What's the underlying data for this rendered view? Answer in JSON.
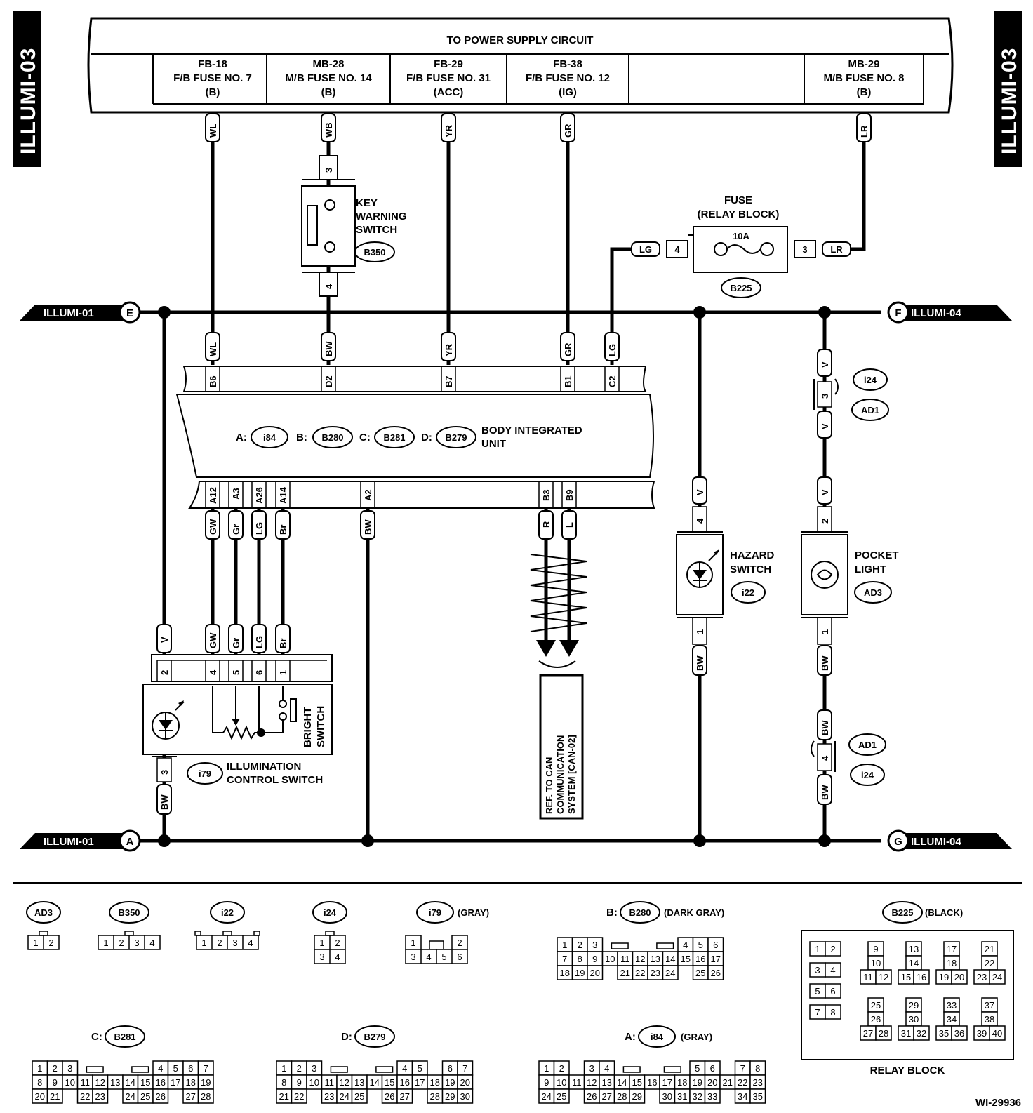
{
  "side_tabs": {
    "left": "ILLUMI-03",
    "right": "ILLUMI-03"
  },
  "power_header": "TO POWER SUPPLY CIRCUIT",
  "fuses": [
    {
      "l1": "FB-18",
      "l2": "F/B FUSE NO. 7",
      "l3": "(B)"
    },
    {
      "l1": "MB-28",
      "l2": "M/B FUSE NO. 14",
      "l3": "(B)"
    },
    {
      "l1": "FB-29",
      "l2": "F/B FUSE NO. 31",
      "l3": "(ACC)"
    },
    {
      "l1": "FB-38",
      "l2": "F/B FUSE NO. 12",
      "l3": "(IG)"
    },
    {
      "l1": "MB-29",
      "l2": "M/B FUSE NO. 8",
      "l3": "(B)"
    }
  ],
  "wire_colors": {
    "wl": "WL",
    "wb": "WB",
    "yr": "YR",
    "gr": "GR",
    "lr": "LR",
    "lg": "LG",
    "bw": "BW",
    "v": "V",
    "gw": "GW",
    "gr_small": "Gr",
    "br": "Br",
    "r": "R",
    "l": "L"
  },
  "key_warning_switch": {
    "name_l1": "KEY",
    "name_l2": "WARNING",
    "name_l3": "SWITCH",
    "connector": "B350",
    "pin_top": "3",
    "pin_bottom": "4"
  },
  "fuse_relay": {
    "l1": "FUSE",
    "l2": "(RELAY BLOCK)",
    "rating": "10A",
    "pin_left": "4",
    "pin_right": "3",
    "connector": "B225"
  },
  "bus_labels": {
    "e": "E",
    "f": "F",
    "a": "A",
    "g": "G",
    "illumi01": "ILLUMI-01",
    "illumi04": "ILLUMI-04"
  },
  "biu": {
    "name_l1": "BODY INTEGRATED",
    "name_l2": "UNIT",
    "top_pins": [
      "B6",
      "D2",
      "B7",
      "B1",
      "C2"
    ],
    "bottom_pins": [
      "A12",
      "A3",
      "A26",
      "A14",
      "A2",
      "B3",
      "B9"
    ],
    "conn_a_prefix": "A:",
    "conn_a": "i84",
    "conn_b_prefix": "B:",
    "conn_b": "B280",
    "conn_c_prefix": "C:",
    "conn_c": "B281",
    "conn_d_prefix": "D:",
    "conn_d": "B279"
  },
  "i24_ad1": {
    "i24": "i24",
    "ad1": "AD1",
    "pin_top": "3",
    "pin_bottom": "4"
  },
  "hazard_switch": {
    "name_l1": "HAZARD",
    "name_l2": "SWITCH",
    "connector": "i22",
    "pin_top": "4",
    "pin_bottom": "1"
  },
  "pocket_light": {
    "name_l1": "POCKET",
    "name_l2": "LIGHT",
    "connector": "AD3",
    "pin_top": "2",
    "pin_bottom": "1"
  },
  "illum_switch": {
    "name_l1": "ILLUMINATION",
    "name_l2": "CONTROL SWITCH",
    "connector": "i79",
    "bright_l1": "BRIGHT",
    "bright_l2": "SWITCH",
    "pins": [
      "2",
      "4",
      "5",
      "6",
      "1"
    ],
    "pin_bottom": "3"
  },
  "can_ref": {
    "l1": "REF. TO CAN",
    "l2": "COMMUNICATION",
    "l3": "SYSTEM [CAN-02]"
  },
  "legend": {
    "ad3": "AD3",
    "b350": "B350",
    "i22": "i22",
    "i24": "i24",
    "i79": "i79",
    "i79_color": "(GRAY)",
    "b280_prefix": "B:",
    "b280": "B280",
    "b280_color": "(DARK GRAY)",
    "b225": "B225",
    "b225_color": "(BLACK)",
    "c_prefix": "C:",
    "b281": "B281",
    "d_prefix": "D:",
    "b279": "B279",
    "a_prefix": "A:",
    "i84": "i84",
    "i84_color": "(GRAY)",
    "relay_block": "RELAY BLOCK"
  },
  "figure_id": "WI-29936"
}
